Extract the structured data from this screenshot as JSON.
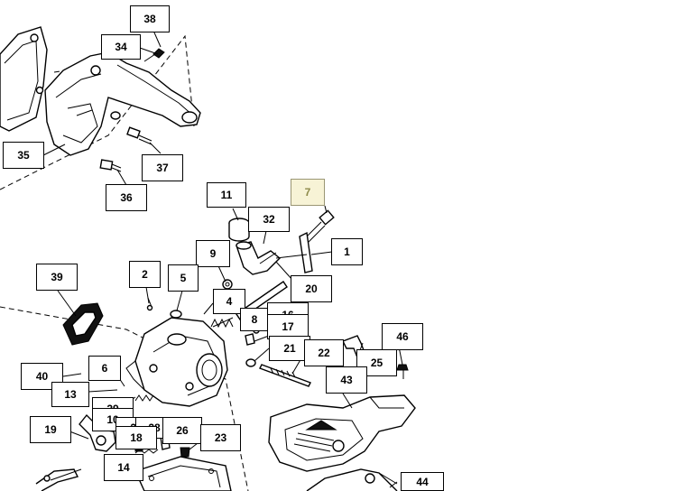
{
  "callouts": {
    "c38": "38",
    "c34": "34",
    "c35": "35",
    "c37": "37",
    "c36": "36",
    "c11": "11",
    "c7": "7",
    "c32": "32",
    "c1": "1",
    "c9": "9",
    "c39": "39",
    "c2": "2",
    "c5": "5",
    "c20": "20",
    "c4": "4",
    "c8": "8",
    "c16": "16",
    "c17": "17",
    "c21": "21",
    "c22": "22",
    "c46": "46",
    "c25": "25",
    "c40": "40",
    "c6": "6",
    "c13": "13",
    "c43": "43",
    "c29": "29",
    "c10": "10",
    "c27": "27",
    "c28": "28",
    "c26": "26",
    "c19": "19",
    "c18": "18",
    "c23": "23",
    "c14": "14",
    "c44": "44"
  },
  "highlight_color": "#f7f3d6"
}
